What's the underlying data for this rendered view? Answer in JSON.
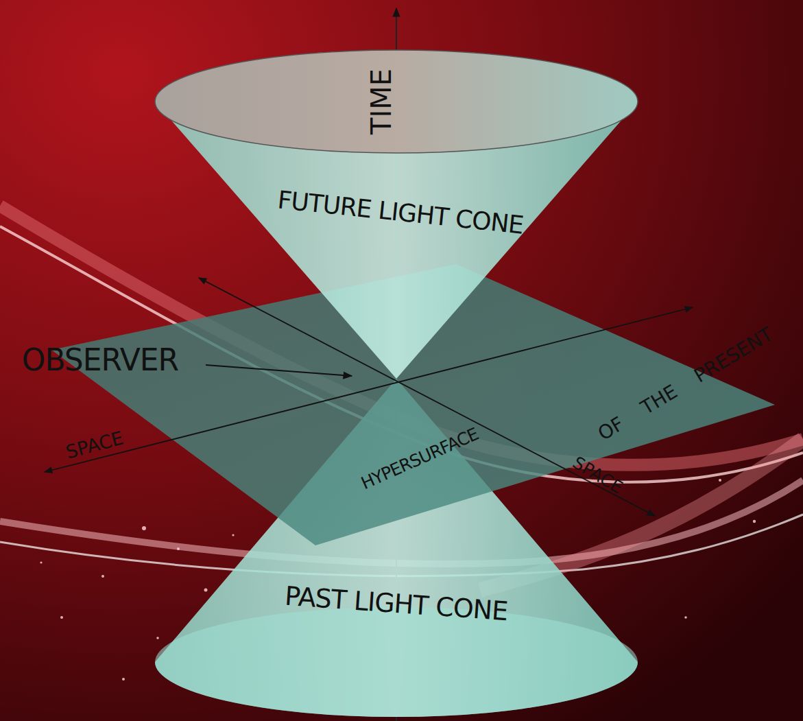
{
  "diagram": {
    "labels": [
      "TIME",
      "FUTURE LIGHT CONE",
      "OBSERVER",
      "SPACE",
      "HYPERSURFACE",
      "OF THE PRESENT",
      "SPACE",
      "PAST LIGHT CONE"
    ]
  }
}
